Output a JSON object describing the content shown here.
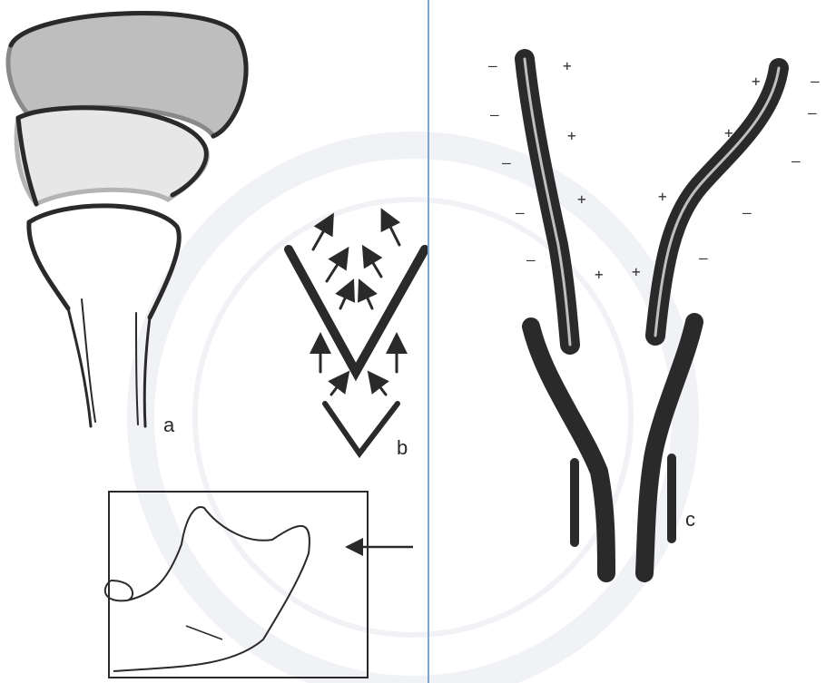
{
  "labels": {
    "a": "a",
    "b": "b",
    "c": "c"
  },
  "signs": {
    "plus": "+",
    "minus": "–"
  },
  "colors": {
    "ink": "#2a2a2a",
    "divider": "#7ea6cf",
    "watermark": "#d9dbe6"
  }
}
